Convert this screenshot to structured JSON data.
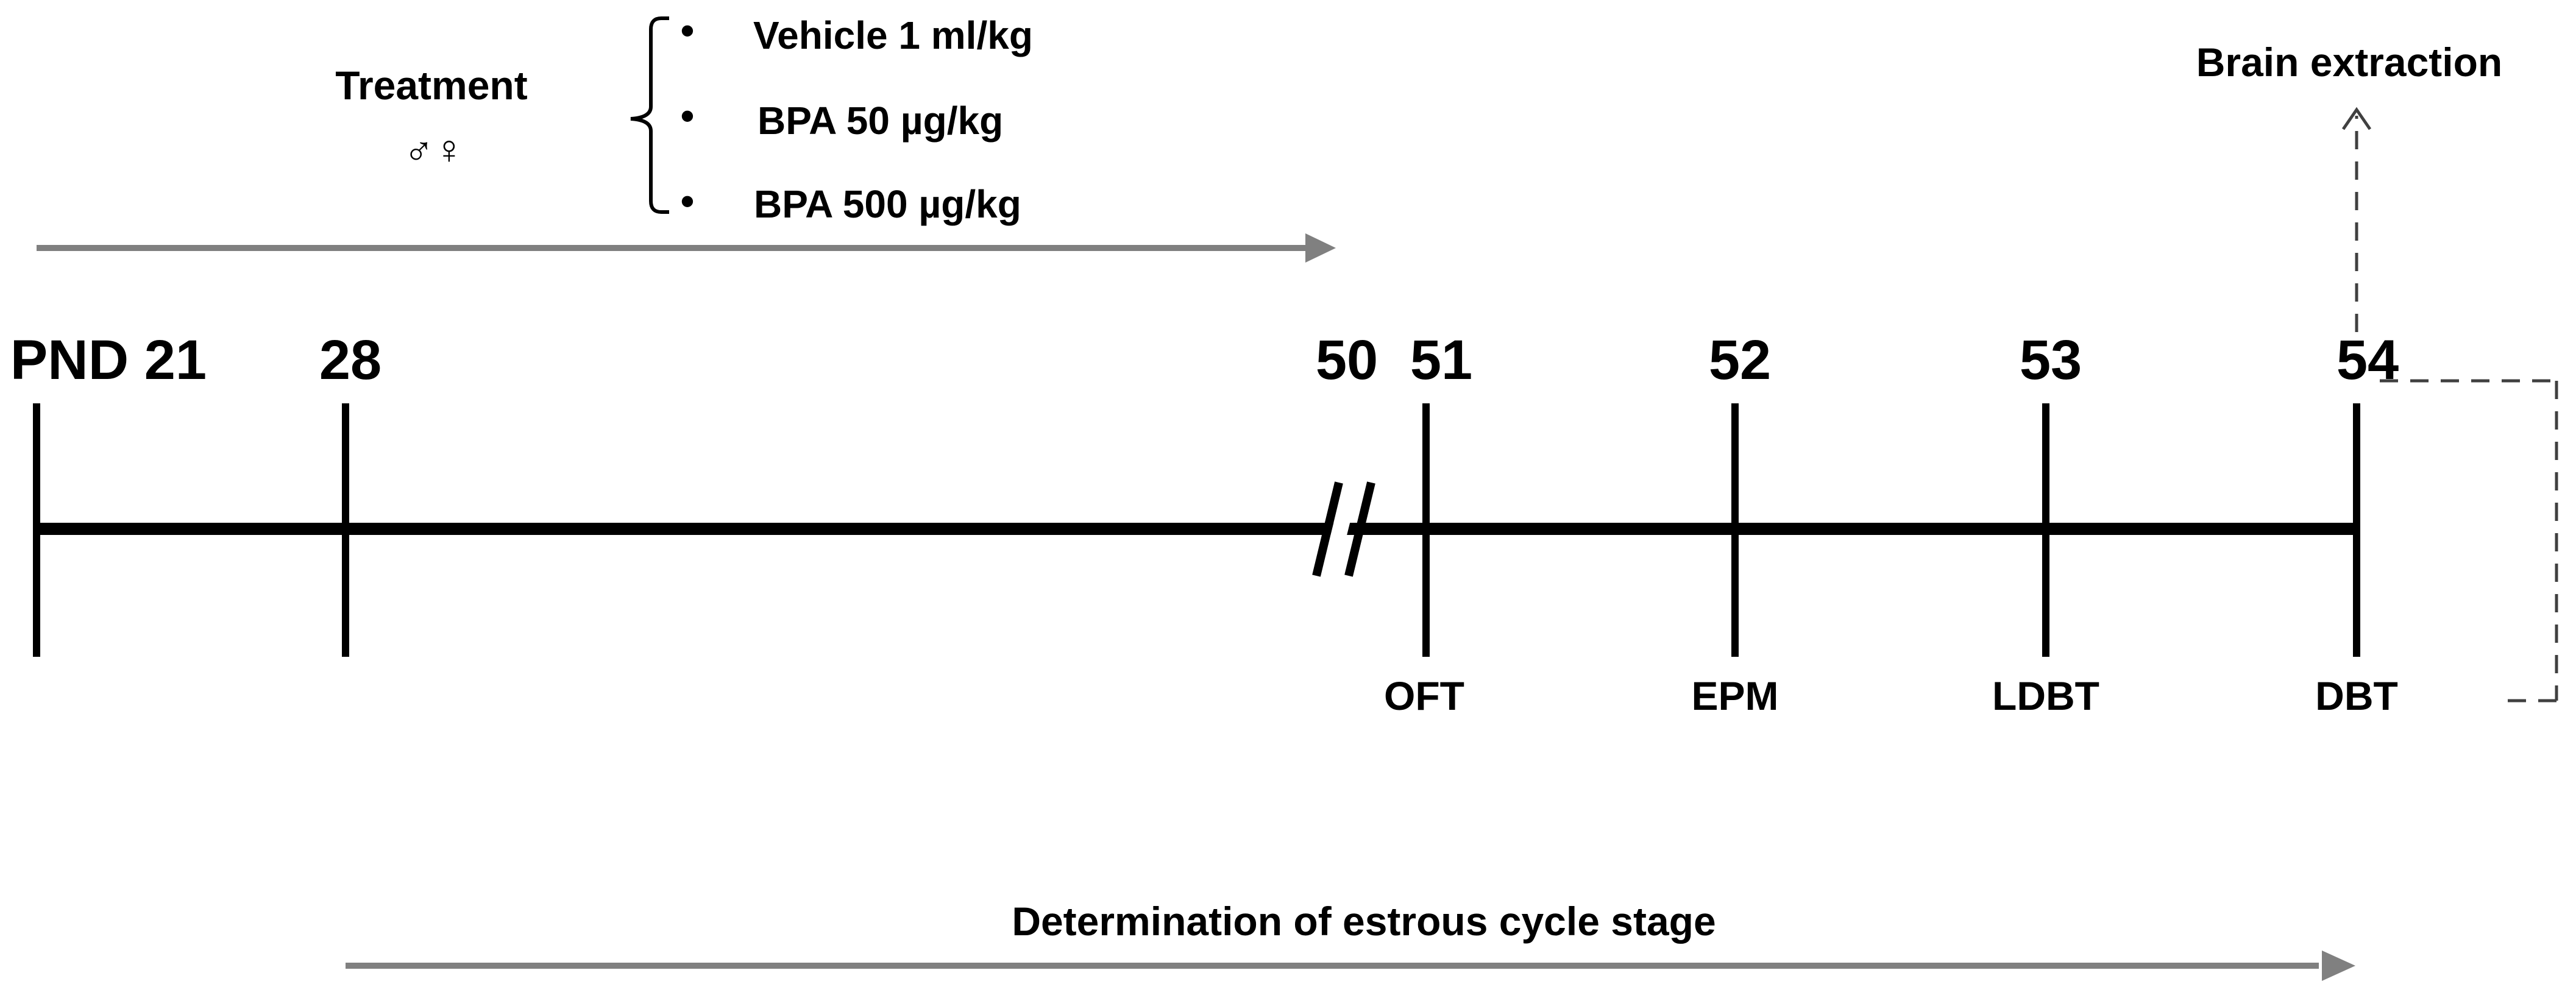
{
  "treatment": {
    "title": "Treatment",
    "sex_symbols": "♂♀",
    "groups": [
      "Vehicle 1 ml/kg",
      "BPA 50 µg/kg",
      "BPA 500 µg/kg"
    ],
    "bullet": "•"
  },
  "timeline": {
    "days": [
      {
        "label": "PND 21"
      },
      {
        "label": "28"
      },
      {
        "label": "50"
      },
      {
        "label": "51",
        "test": "OFT"
      },
      {
        "label": "52",
        "test": "EPM"
      },
      {
        "label": "53",
        "test": "LDBT"
      },
      {
        "label": "54",
        "test": "DBT"
      }
    ]
  },
  "brain_extraction": "Brain extraction",
  "estrous": "Determination of  estrous cycle stage",
  "colors": {
    "timeline": "#000000",
    "arrows": "#808080",
    "dashed": "#404040"
  }
}
